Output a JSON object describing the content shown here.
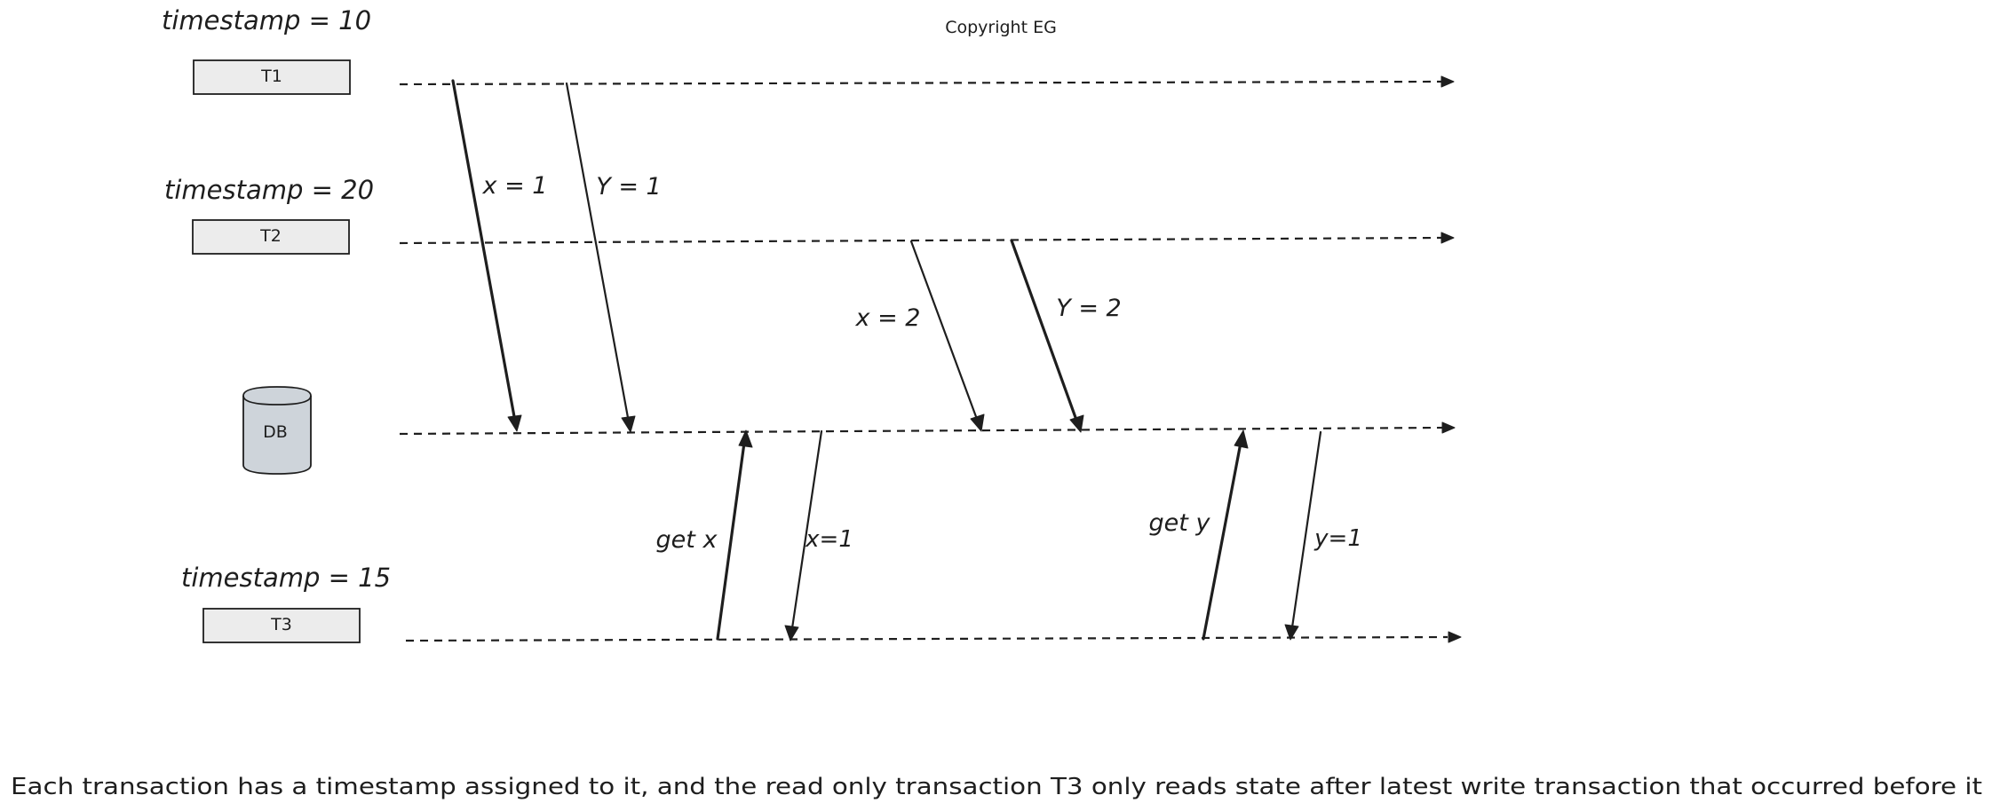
{
  "copyright": "Copyright EG",
  "participants": {
    "t1": {
      "label": "T1",
      "timestamp": "timestamp = 10"
    },
    "t2": {
      "label": "T2",
      "timestamp": "timestamp = 20"
    },
    "db": {
      "label": "DB"
    },
    "t3": {
      "label": "T3",
      "timestamp": "timestamp = 15"
    }
  },
  "messages": {
    "t1_write_x": "x = 1",
    "t1_write_y": "Y = 1",
    "t2_write_x": "x = 2",
    "t2_write_y": "Y = 2",
    "t3_get_x": "get x",
    "db_reply_x": "x=1",
    "t3_get_y": "get y",
    "db_reply_y": "y=1"
  },
  "caption": "Each transaction has a timestamp assigned to it, and the read only transaction T3 only reads state after latest write transaction that occurred before it"
}
